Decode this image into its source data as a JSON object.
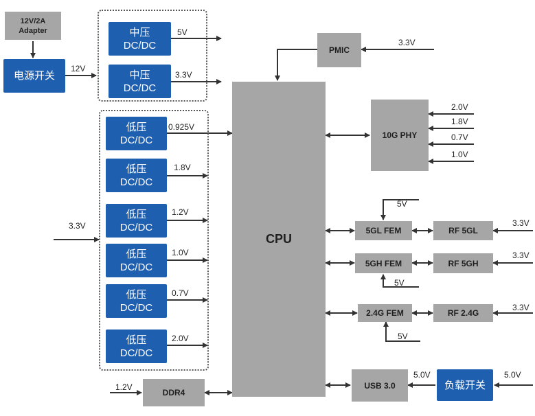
{
  "colors": {
    "blue": "#1f5fb0",
    "grey": "#a6a6a6",
    "line": "#333333"
  },
  "adapter": {
    "line1": "12V/2A",
    "line2": "Adapter"
  },
  "power_switch": "电源开关",
  "mid_dcdc": [
    {
      "line1": "中压",
      "line2": "DC/DC",
      "voltage": "5V"
    },
    {
      "line1": "中压",
      "line2": "DC/DC",
      "voltage": "3.3V"
    }
  ],
  "low_dcdc": [
    {
      "line1": "低压",
      "line2": "DC/DC",
      "voltage": "0.925V"
    },
    {
      "line1": "低压",
      "line2": "DC/DC",
      "voltage": "1.8V"
    },
    {
      "line1": "低压",
      "line2": "DC/DC",
      "voltage": "1.2V"
    },
    {
      "line1": "低压",
      "line2": "DC/DC",
      "voltage": "1.0V"
    },
    {
      "line1": "低压",
      "line2": "DC/DC",
      "voltage": "0.7V"
    },
    {
      "line1": "低压",
      "line2": "DC/DC",
      "voltage": "2.0V"
    }
  ],
  "cpu": "CPU",
  "pmic": {
    "label": "PMIC",
    "input": "3.3V"
  },
  "phy": {
    "label": "10G PHY",
    "inputs": [
      "2.0V",
      "1.8V",
      "0.7V",
      "1.0V"
    ]
  },
  "fem_5gl": {
    "label": "5GL FEM",
    "supply": "5V"
  },
  "fem_5gh": {
    "label": "5GH FEM",
    "supply": "5V"
  },
  "fem_24g": {
    "label": "2.4G FEM",
    "supply": "5V"
  },
  "rf_5gl": {
    "label": "RF 5GL",
    "input": "3.3V"
  },
  "rf_5gh": {
    "label": "RF 5GH",
    "input": "3.3V"
  },
  "rf_24g": {
    "label": "RF 2.4G",
    "input": "3.3V"
  },
  "ddr": {
    "label": "DDR4",
    "input": "1.2V"
  },
  "usb": {
    "label": "USB 3.0",
    "input": "5.0V"
  },
  "load_switch": {
    "label": "负载开关",
    "input": "5.0V"
  },
  "adapter_out": "12V",
  "low_group_input": "3.3V"
}
